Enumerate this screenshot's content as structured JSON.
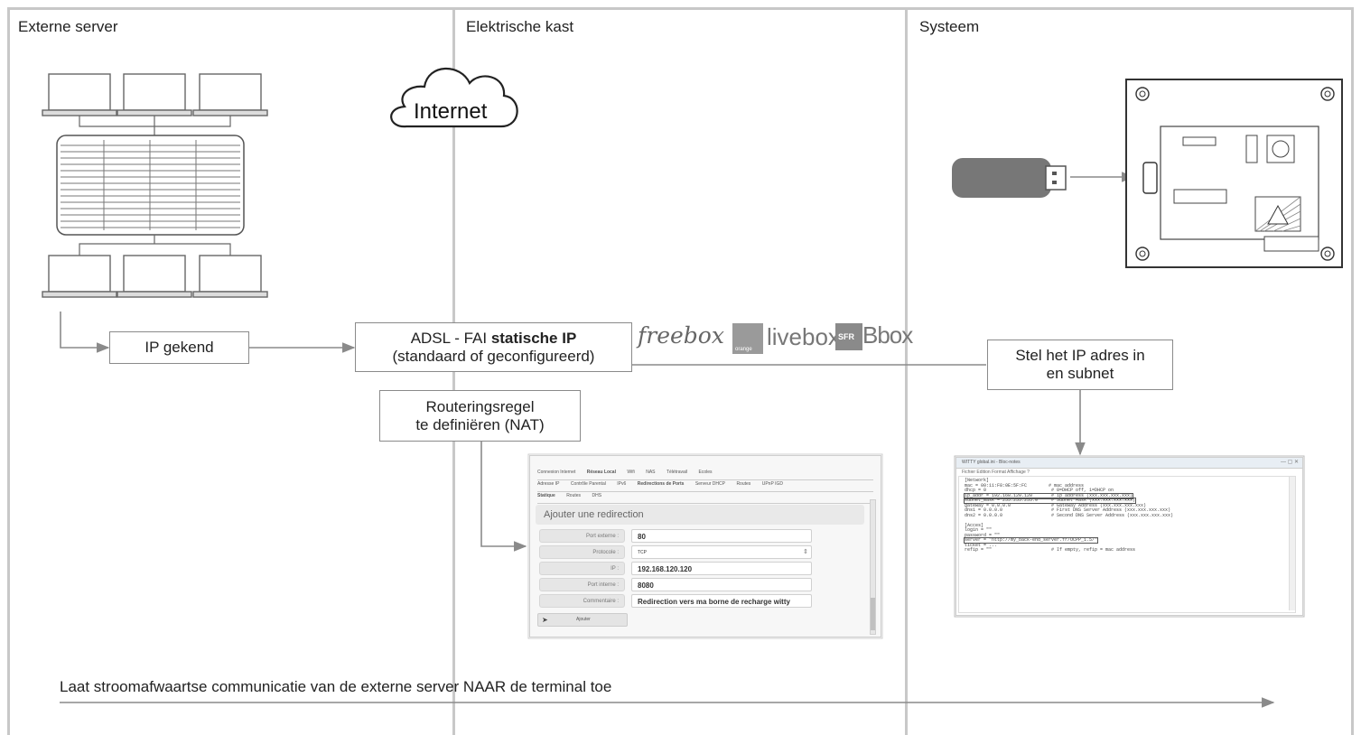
{
  "columns": {
    "external_server": "Externe server",
    "electric_box": "Elektrische kast",
    "system": "Systeem"
  },
  "cloud_label": "Internet",
  "boxes": {
    "ip_known": "IP gekend",
    "adsl_line1_prefix": "ADSL - FAI ",
    "adsl_line1_bold": "statische IP",
    "adsl_line2": "(standaard of geconfigureerd)",
    "routing_line1": "Routeringsregel",
    "routing_line2": "te definiëren (NAT)",
    "set_ip_line1": "Stel het IP adres in",
    "set_ip_line2": "en subnet"
  },
  "brands": [
    "freebox",
    "orange",
    "livebox",
    "SFR",
    "Bbox"
  ],
  "router_ui": {
    "top_tabs": [
      "Connexion Internet",
      "Réseau Local",
      "Wifi",
      "NAS",
      "Télétravail",
      "Ecoles"
    ],
    "sub_tabs": [
      "Adresse IP",
      "Contrôle Parental",
      "IPv6",
      "Redirections de Ports",
      "Serveur DHCP",
      "Routes",
      "UPnP IGD"
    ],
    "sub_sub_tabs": [
      "Statique",
      "Routes",
      "DHS"
    ],
    "section_title": "Ajouter une redirection",
    "fields": [
      {
        "label": "Port externe :",
        "value": "80"
      },
      {
        "label": "Protocole :",
        "value": "TCP"
      },
      {
        "label": "IP :",
        "value": "192.168.120.120"
      },
      {
        "label": "Port interne :",
        "value": "8080"
      },
      {
        "label": "Commentaire :",
        "value": "Redirection vers ma borne de recharge witty"
      }
    ],
    "add_button": "Ajouter"
  },
  "notepad": {
    "title": "WITTY global.ini - Bloc-notes",
    "menu": "Fichier  Edition  Format  Affichage  ?",
    "lines": [
      "[Network]",
      "mac = 00:11:F8:0E:5F:FC        # mac address",
      "dhcp = 0                        # 0=DHCP off, 1=DHCP on",
      "ip_addr = 192.168.120.120       # ip address (xxx.xxx.xxx.xxx)",
      "subnet_mask = 255.255.255.0     # Subnet Mask (xxx.xxx.xxx.xxx)",
      "gateway = 0.0.0.0               # Gateway Address (xxx.xxx.xxx.xxx)",
      "dns1 = 0.0.0.0                  # First DNS Server Address (xxx.xxx.xxx.xxx)",
      "dns2 = 0.0.0.0                  # Second DNS Server Address (xxx.xxx.xxx.xxx)",
      "",
      "[Acces]",
      "login = \"\"",
      "password = \"\"",
      "server = \"http://my_back-end_server.fr/OCPP_1.5/\"",
      "ticket = ...",
      "refip = \"\"                      # If empty, refip = mac address"
    ]
  },
  "bottom_text": "Laat stroomafwaartse communicatie van de externe server NAAR de terminal toe",
  "colors": {
    "border": "#c8c8c8",
    "line": "#8a8a8a",
    "usb": "#777777"
  }
}
